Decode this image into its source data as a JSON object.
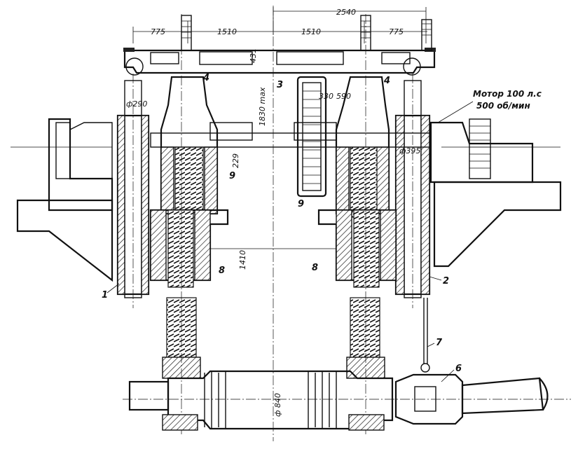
{
  "dimensions": {
    "d775_left": "775",
    "d1510_left": "1510",
    "d1510_right": "1510",
    "d775_right": "775",
    "d2540": "2540",
    "d431": "431",
    "d1830": "1830 max",
    "d330": "330",
    "d590": "590",
    "d229": "229",
    "d1410": "1410",
    "phi290": "ф290",
    "phi395": "ф395",
    "phi840": "ф 840"
  },
  "motor": {
    "line1": "Мотор 100 л.с",
    "line2": "500 об/мин"
  },
  "callouts": {
    "c1": "1",
    "c2": "2",
    "c3": "3",
    "c4a": "4",
    "c4b": "4",
    "c6": "6",
    "c7": "7",
    "c8a": "8",
    "c8b": "8",
    "c9a": "9",
    "c9b": "9"
  }
}
